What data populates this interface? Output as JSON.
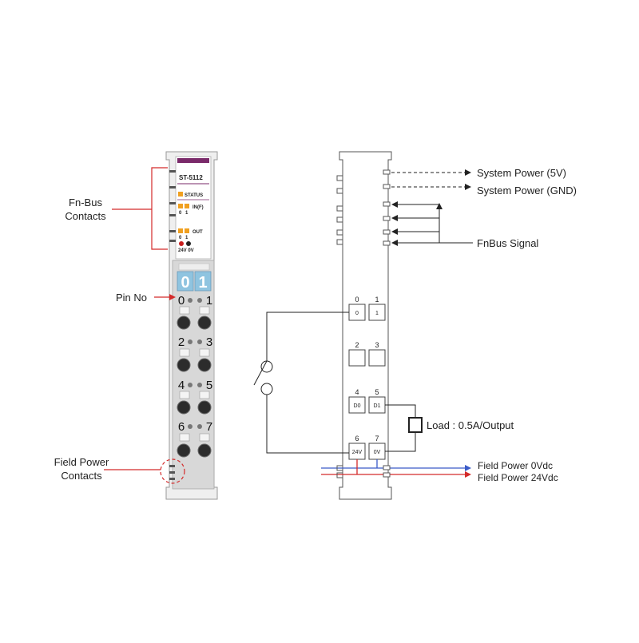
{
  "module": {
    "model": "ST-5112",
    "status_label": "STATUS",
    "input_label": "IN(F)",
    "input_channels": [
      "0",
      "1"
    ],
    "output_label": "OUT",
    "output_channels": [
      "0",
      "1"
    ],
    "power_label": "24V 0V",
    "window_digits": [
      "0",
      "1"
    ],
    "pin_numbers": [
      "0",
      "1",
      "2",
      "3",
      "4",
      "5",
      "6",
      "7"
    ]
  },
  "callouts": {
    "fnbus_contacts": [
      "Fn-Bus",
      "Contacts"
    ],
    "pin_no": "Pin No",
    "field_power_contacts": [
      "Field Power",
      "Contacts"
    ]
  },
  "schematic": {
    "pin_numbers": [
      "0",
      "1",
      "2",
      "3",
      "4",
      "5",
      "6",
      "7"
    ],
    "terminal_labels": [
      "0",
      "1",
      "",
      "",
      "D0",
      "D1",
      "24V",
      "0V"
    ],
    "system_power_5v": "System Power (5V)",
    "system_power_gnd": "System Power (GND)",
    "fnbus_signal": "FnBus Signal",
    "load": "Load : 0.5A/Output",
    "field_power_0v": "Field Power 0Vdc",
    "field_power_24v": "Field Power 24Vdc"
  },
  "colors": {
    "accent_red": "#d42a2a",
    "field_blue": "#3a5bc8",
    "led_orange": "#f0a020",
    "module_grey": "#d8d8d8",
    "window_blue": "#8fc4e0",
    "header_purple": "#7a2a6a"
  }
}
